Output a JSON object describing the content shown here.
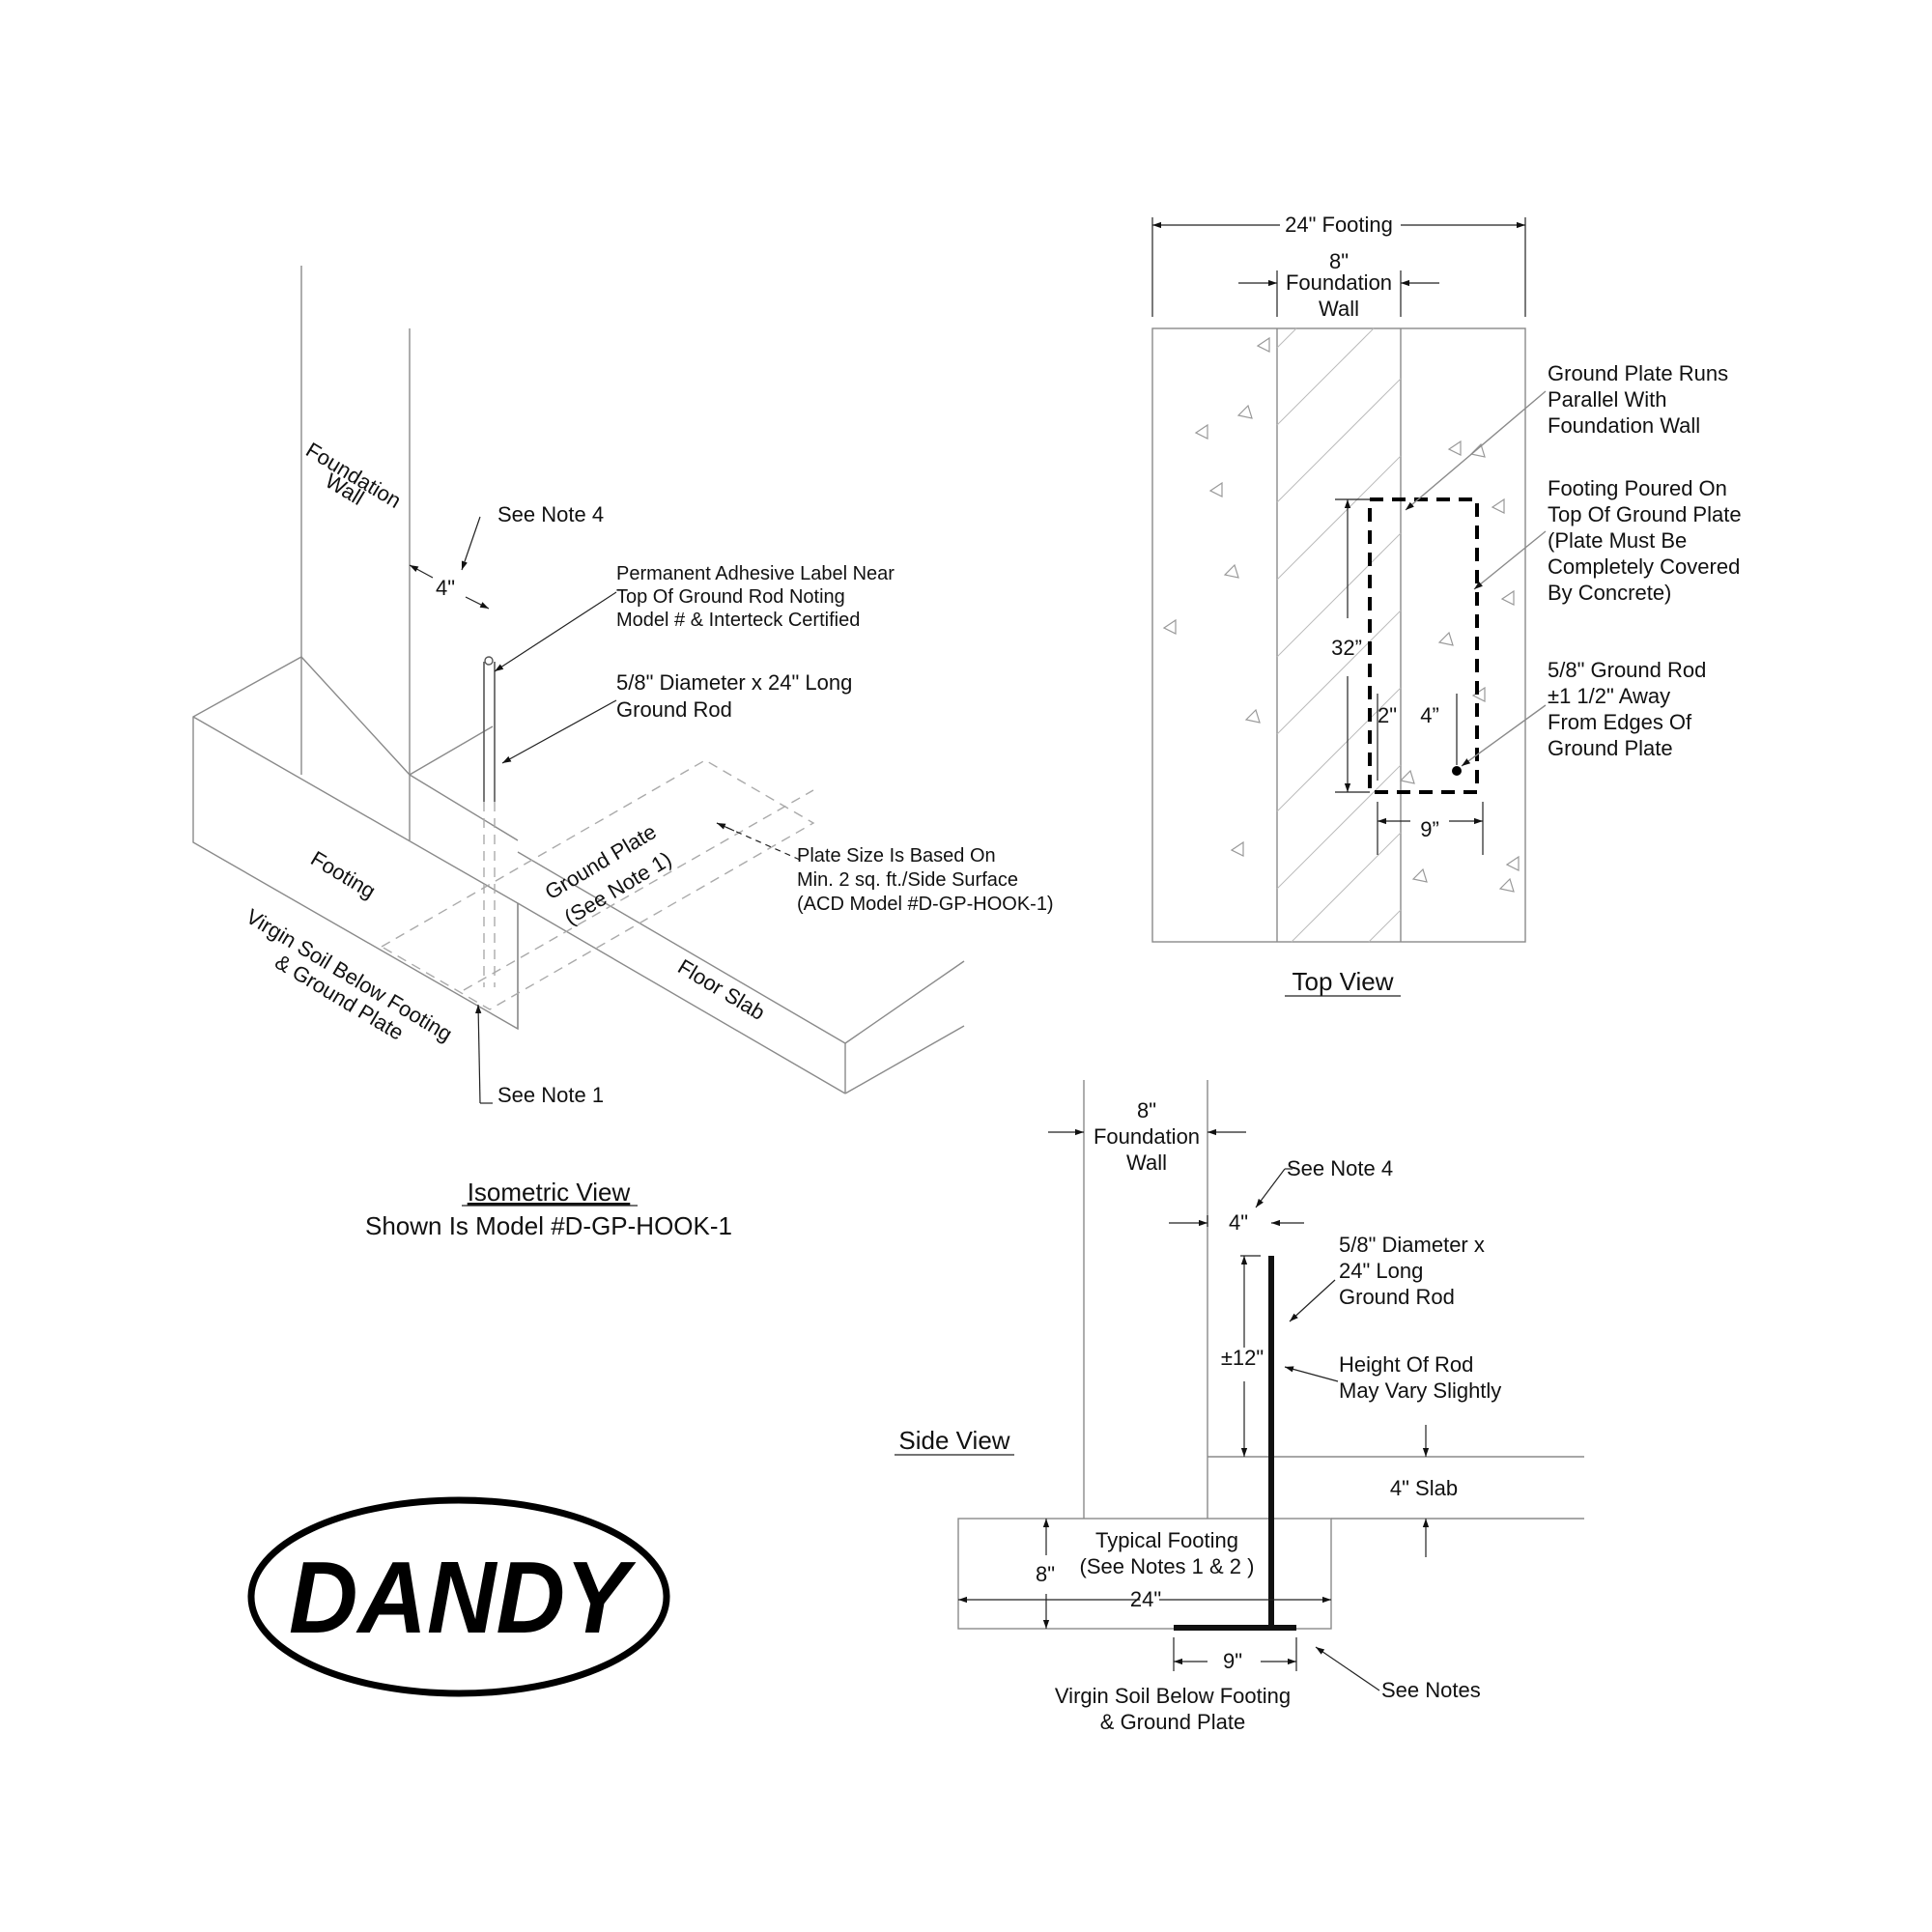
{
  "brand": {
    "logo_text": "DANDY"
  },
  "isometric_view": {
    "title": "Isometric View",
    "subtitle": "Shown Is Model #D-GP-HOOK-1",
    "labels": {
      "foundation_wall_1": "Foundation",
      "foundation_wall_2": "Wall",
      "see_note_4": "See Note 4",
      "dim_4in": "4\"",
      "label_note_1": "Permanent Adhesive Label Near",
      "label_note_2": "Top Of Ground Rod Noting",
      "label_note_3": "Model # & Interteck Certified",
      "rod_1": "5/8\" Diameter x 24\" Long",
      "rod_2": "Ground Rod",
      "footing": "Footing",
      "ground_plate_1": "Ground Plate",
      "ground_plate_2": "(See Note 1)",
      "plate_size_1": "Plate Size Is Based On",
      "plate_size_2": "Min. 2 sq. ft./Side Surface",
      "plate_size_3": "(ACD Model #D-GP-HOOK-1)",
      "virgin_soil_1": "Virgin Soil Below Footing",
      "virgin_soil_2": "& Ground Plate",
      "floor_slab": "Floor Slab",
      "see_note_1": "See Note 1"
    }
  },
  "top_view": {
    "title": "Top View",
    "labels": {
      "footing_24": "24\" Footing",
      "wall_8": "8\"",
      "wall_foundation": "Foundation",
      "wall_wall": "Wall",
      "runs_1": "Ground Plate Runs",
      "runs_2": "Parallel With",
      "runs_3": "Foundation Wall",
      "poured_1": "Footing Poured On",
      "poured_2": "Top Of Ground Plate",
      "poured_3": "(Plate Must Be",
      "poured_4": "Completely Covered",
      "poured_5": "By Concrete)",
      "rod_1": "5/8\" Ground Rod",
      "rod_2": "±1 1/2\" Away",
      "rod_3": "From Edges Of",
      "rod_4": "Ground Plate",
      "dim_32": "32”",
      "dim_2": "2\"",
      "dim_4": "4”",
      "dim_9": "9”"
    }
  },
  "side_view": {
    "title": "Side View",
    "labels": {
      "wall_8": "8\"",
      "wall_foundation": "Foundation",
      "wall_wall": "Wall",
      "see_note_4": "See Note 4",
      "dim_4": "4\"",
      "rod_1": "5/8\" Diameter x",
      "rod_2": "24\" Long",
      "rod_3": "Ground Rod",
      "dim_12": "±12\"",
      "height_1": "Height Of Rod",
      "height_2": "May Vary Slightly",
      "slab": "4\" Slab",
      "footing_1": "Typical Footing",
      "footing_2": "(See Notes 1 & 2 )",
      "dim_8": "8\"",
      "dim_24": "24\"",
      "dim_9": "9\"",
      "soil_1": "Virgin Soil Below Footing",
      "soil_2": "& Ground Plate",
      "see_notes": "See Notes"
    }
  }
}
